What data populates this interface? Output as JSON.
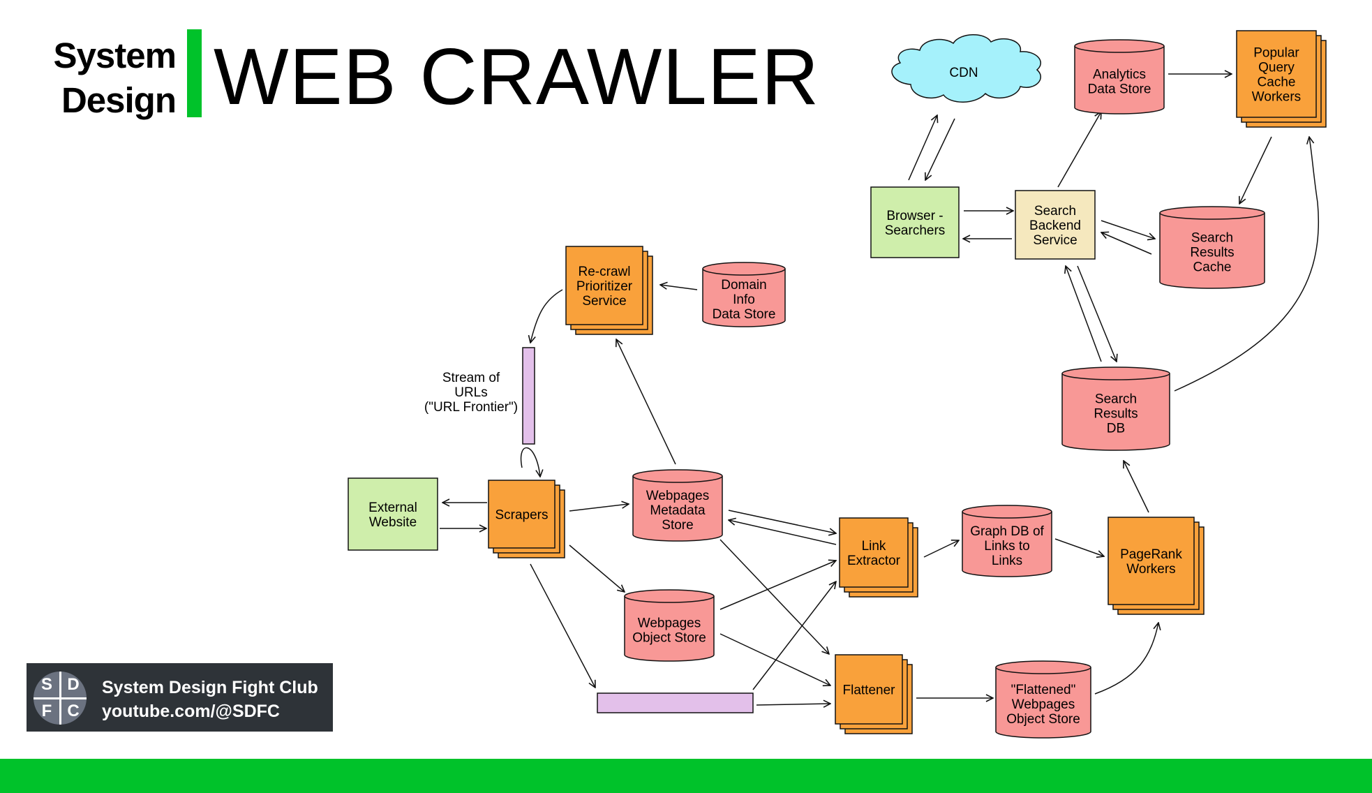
{
  "header": {
    "brand_line1": "System",
    "brand_line2": "Design",
    "title": "WEB CRAWLER"
  },
  "badge": {
    "logo_letters": [
      "S",
      "D",
      "F",
      "C"
    ],
    "channel_name": "System Design Fight Club",
    "channel_url": "youtube.com/@SDFC"
  },
  "colors": {
    "accent_green": "#00c22a",
    "service_orange": "#f9a13b",
    "store_red": "#f89896",
    "client_green": "#cfeeab",
    "backend_beige": "#f5e8be",
    "queue_purple": "#e3c0ea",
    "cdn_cyan": "#a5f1fb",
    "badge_bg": "#2e3338"
  },
  "nodes": {
    "cdn": [
      "CDN"
    ],
    "analytics_data_store": [
      "Analytics",
      "Data Store"
    ],
    "popular_query_cache_workers": [
      "Popular",
      "Query",
      "Cache",
      "Workers"
    ],
    "browser_searchers": [
      "Browser -",
      "Searchers"
    ],
    "search_backend_service": [
      "Search",
      "Backend",
      "Service"
    ],
    "search_results_cache": [
      "Search",
      "Results",
      "Cache"
    ],
    "recrawl_prioritizer_service": [
      "Re-crawl",
      "Prioritizer",
      "Service"
    ],
    "domain_info_data_store": [
      "Domain",
      "Info",
      "Data Store"
    ],
    "url_frontier_label": [
      "Stream of",
      "URLs",
      "(\"URL Frontier\")"
    ],
    "search_results_db": [
      "Search",
      "Results",
      "DB"
    ],
    "external_website": [
      "External",
      "Website"
    ],
    "scrapers": [
      "Scrapers"
    ],
    "webpages_metadata_store": [
      "Webpages",
      "Metadata",
      "Store"
    ],
    "link_extractor": [
      "Link",
      "Extractor"
    ],
    "graph_db_links": [
      "Graph DB of",
      "Links to",
      "Links"
    ],
    "pagerank_workers": [
      "PageRank",
      "Workers"
    ],
    "webpages_object_store": [
      "Webpages",
      "Object Store"
    ],
    "flattener": [
      "Flattener"
    ],
    "flattened_webpages_object_store": [
      "\"Flattened\"",
      "Webpages",
      "Object Store"
    ]
  }
}
